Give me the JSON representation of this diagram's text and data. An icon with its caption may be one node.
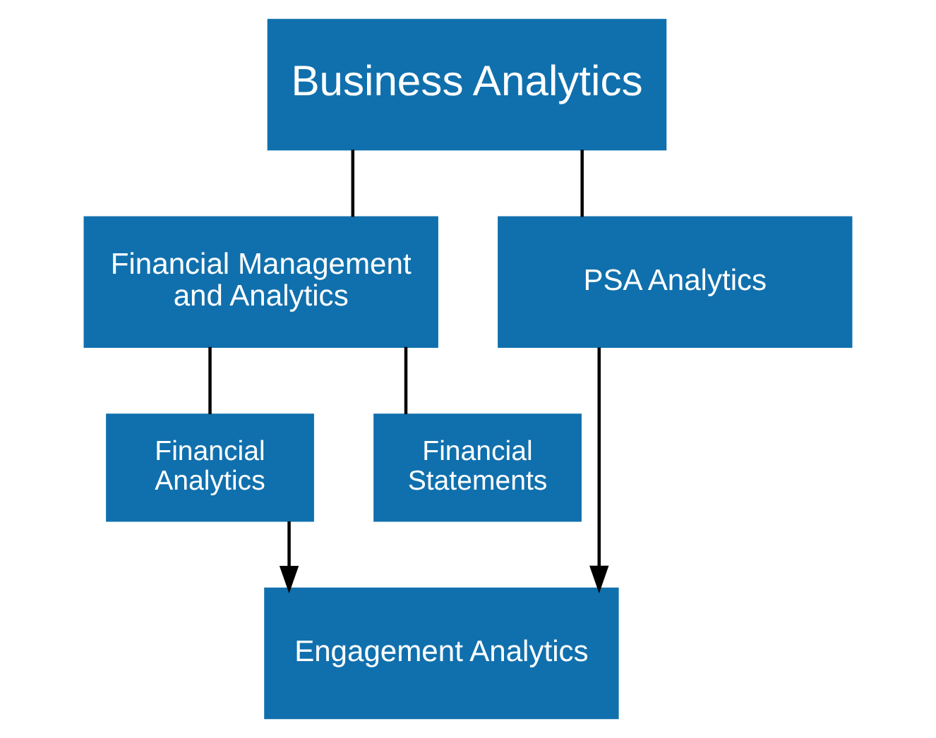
{
  "diagram": {
    "nodes": [
      {
        "text": [
          "Business Analytics"
        ]
      },
      {
        "text": [
          "Financial Management and Analytics"
        ]
      },
      {
        "text": [
          "PSA Analytics"
        ]
      },
      {
        "text": [
          "Financial Analytics"
        ]
      },
      {
        "text": [
          "Financial Statements"
        ]
      },
      {
        "text": [
          "Engagement Analytics"
        ]
      }
    ],
    "edges": [
      {
        "from": 0,
        "to": 1,
        "arrow": "none"
      },
      {
        "from": 0,
        "to": 2,
        "arrow": "none"
      },
      {
        "from": 1,
        "to": 3,
        "arrow": "none"
      },
      {
        "from": 1,
        "to": 4,
        "arrow": "none"
      },
      {
        "from": 3,
        "to": 5,
        "arrow": "to"
      },
      {
        "from": 2,
        "to": 5,
        "arrow": "to"
      }
    ]
  }
}
